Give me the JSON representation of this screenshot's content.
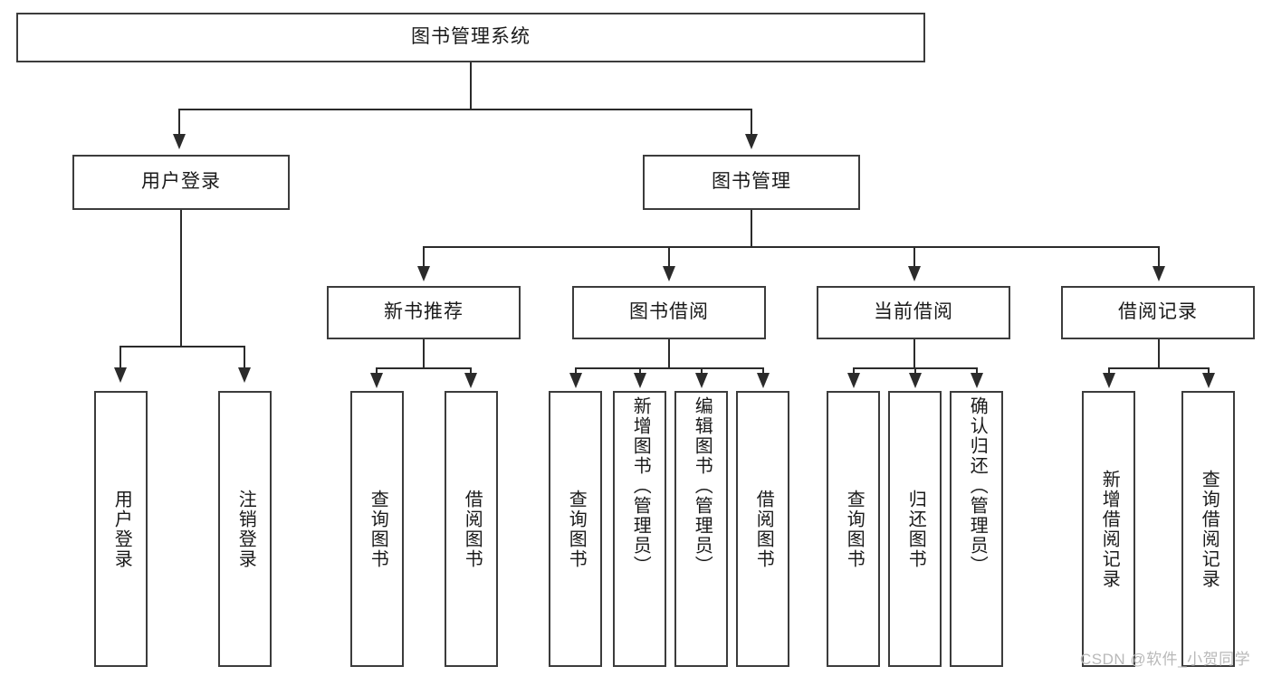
{
  "diagram": {
    "title": "图书管理系统",
    "watermark": "CSDN @软件_小贺同学",
    "colors": {
      "box_border": "#3c3c3c",
      "connector": "#2b2b2b",
      "background": "#ffffff",
      "text": "#1a1a1a",
      "watermark": "#b9b9b9"
    },
    "root": {
      "label": "图书管理系统"
    },
    "level1": [
      {
        "label": "用户登录"
      },
      {
        "label": "图书管理"
      }
    ],
    "level2": [
      {
        "label": "新书推荐"
      },
      {
        "label": "图书借阅"
      },
      {
        "label": "当前借阅"
      },
      {
        "label": "借阅记录"
      }
    ],
    "leaves": {
      "user_login": [
        {
          "label": "用户登录"
        },
        {
          "label": "注销登录"
        }
      ],
      "new_book": [
        {
          "label": "查询图书"
        },
        {
          "label": "借阅图书"
        }
      ],
      "book_borrow": [
        {
          "label": "查询图书"
        },
        {
          "label": "新增图书（管理员）"
        },
        {
          "label": "编辑图书（管理员）"
        },
        {
          "label": "借阅图书"
        }
      ],
      "current_borrow": [
        {
          "label": "查询图书"
        },
        {
          "label": "归还图书"
        },
        {
          "label": "确认归还（管理员）"
        }
      ],
      "borrow_record": [
        {
          "label": "新增借阅记录"
        },
        {
          "label": "查询借阅记录"
        }
      ]
    }
  }
}
